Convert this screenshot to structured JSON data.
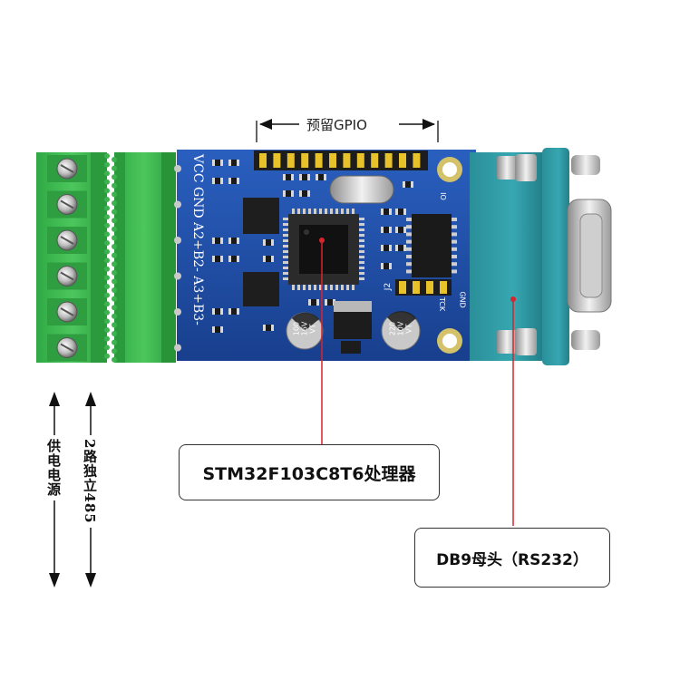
{
  "labels": {
    "gpio": "预留GPIO",
    "processor": "STM32F103C8T6处理器",
    "db9": "DB9母头（RS232）",
    "rs485": "2路独立485",
    "power": "供电电源"
  },
  "silkscreen": {
    "pin_labels": "VCC GND A2+B2- A3+B3-",
    "cap_left": [
      "100",
      "16V",
      "VT"
    ],
    "cap_right": [
      "220",
      "10V",
      "VT"
    ],
    "j2": "J2",
    "tck": "TCK",
    "gnd": "GND",
    "io": "IO"
  },
  "colors": {
    "pcb": "#1f4fa8",
    "terminal": "#3dbb4f",
    "db9": "#2f9aa4",
    "header_pins": "#e8c22a",
    "callout_line": "#d9242b"
  }
}
